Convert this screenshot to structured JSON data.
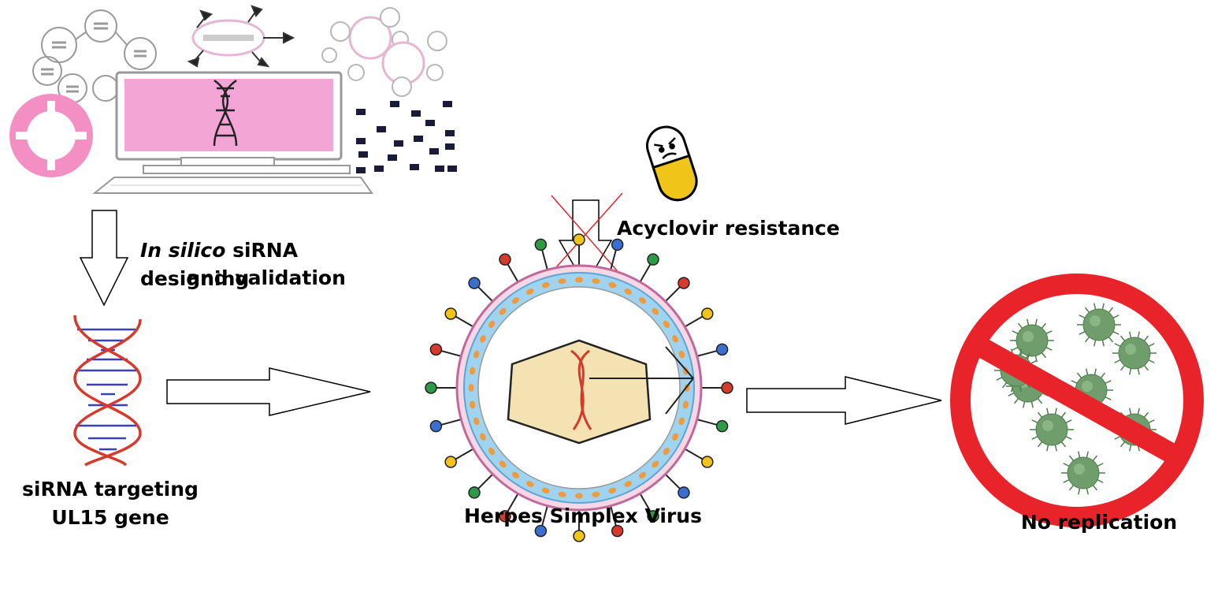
{
  "labels": {
    "in_silico_italic": "In silico",
    "in_silico_rest": " siRNA designing",
    "in_silico_line2": "and validation",
    "acyclovir": "Acyclovir resistance",
    "sirna_line1": "siRNA targeting",
    "sirna_line2": "UL15 gene",
    "hsv": "Herpes Simplex Virus",
    "no_replication": "No replication"
  },
  "colors": {
    "screen": "#f3a6d6",
    "ring_pink": "#f48fc4",
    "dna_red": "#d63a2c",
    "dna_blue": "#3a3fbf",
    "capsid": "#f5e2b3",
    "tegument_dots": "#ef9a3c",
    "envelope_blue": "#7ec6ea",
    "pill_yellow": "#f0c419",
    "no_sign_red": "#e8232a",
    "virus_green": "#6f9d6b",
    "cross_red": "#e8232a"
  },
  "icons": {
    "computer": "computer-dna-icon",
    "pill": "angry-pill-icon",
    "dna": "dna-helix-icon",
    "virus": "herpes-virus-icon",
    "no_sign": "no-replication-sign-icon"
  }
}
